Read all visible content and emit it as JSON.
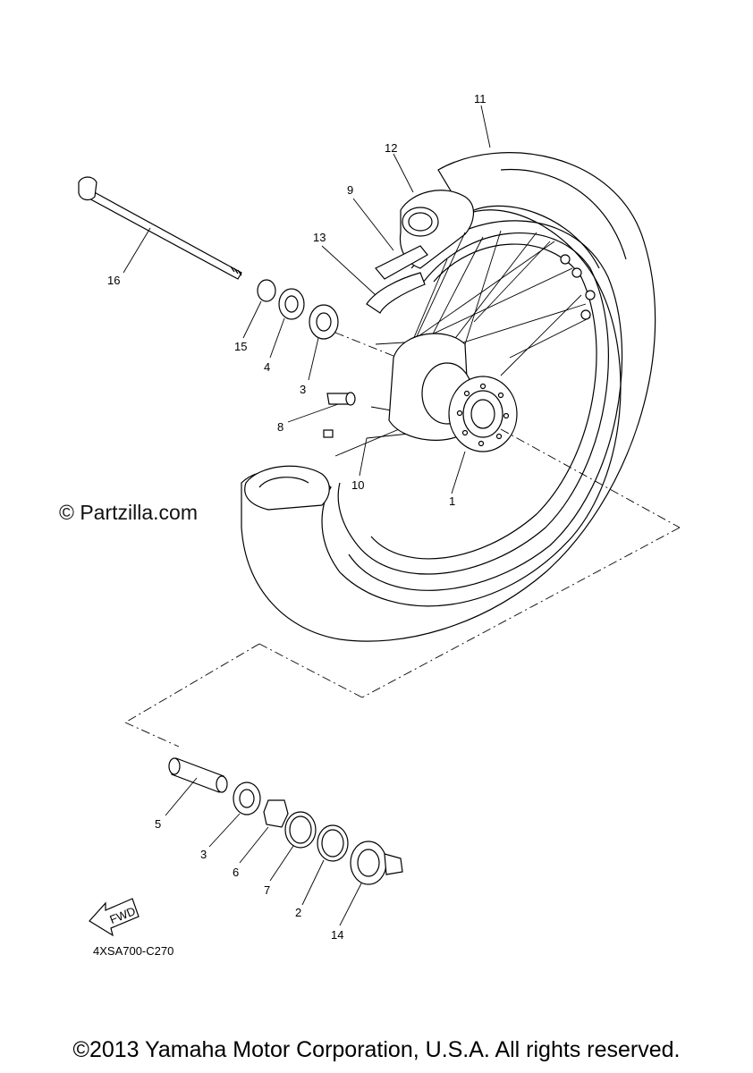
{
  "watermark": "© Partzilla.com",
  "diagram_code": "4XSA700-C270",
  "fwd_label": "FWD",
  "copyright": "©2013 Yamaha Motor Corporation, U.S.A. All rights reserved.",
  "callouts": {
    "c1": "1",
    "c2": "2",
    "c3a": "3",
    "c3b": "3",
    "c4": "4",
    "c5": "5",
    "c6": "6",
    "c7": "7",
    "c8": "8",
    "c9": "9",
    "c10": "10",
    "c11": "11",
    "c12": "12",
    "c13": "13",
    "c14": "14",
    "c15": "15",
    "c16": "16"
  }
}
